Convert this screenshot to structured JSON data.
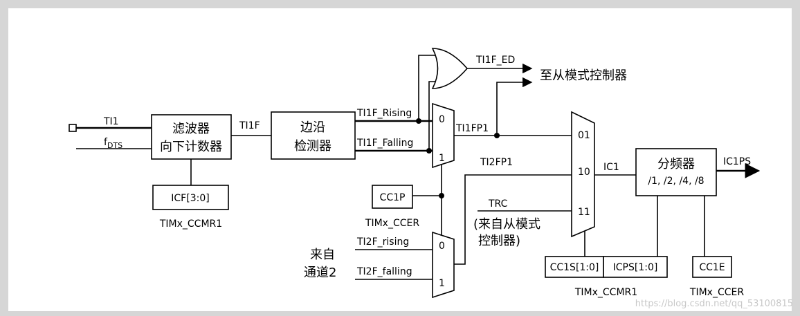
{
  "inputs": {
    "ti1": "TI1",
    "fdts_main": "f",
    "fdts_sub": "DTS"
  },
  "blocks": {
    "filter_line1": "滤波器",
    "filter_line2": "向下计数器",
    "edge_line1": "边沿",
    "edge_line2": "检测器",
    "prescaler_line1": "分频器",
    "prescaler_line2": "/1, /2, /4, /8"
  },
  "signals": {
    "ti1f": "TI1F",
    "ti1f_rising": "TI1F_Rising",
    "ti1f_falling": "TI1F_Falling",
    "ti1f_ed": "TI1F_ED",
    "slave_ctrl": "至从模式控制器",
    "ti1fp1": "TI1FP1",
    "ti2fp1": "TI2FP1",
    "trc": "TRC",
    "trc_note_1": "(来自从模式",
    "trc_note_2": "控制器)",
    "ic1": "IC1",
    "ic1ps": "IC1PS",
    "from_ch2_1": "来自",
    "from_ch2_2": "通道2",
    "ti2f_rising": "TI2F_rising",
    "ti2f_falling": "TI2F_falling"
  },
  "mux": {
    "sel_0": "0",
    "sel_1": "1",
    "sel2_0": "0",
    "sel2_1": "1",
    "in_01": "01",
    "in_10": "10",
    "in_11": "11"
  },
  "registers": {
    "icf": "ICF[3:0]",
    "icf_reg": "TIMx_CCMR1",
    "cc1p": "CC1P",
    "cc1p_reg": "TIMx_CCER",
    "cc1s": "CC1S[1:0]",
    "icps": "ICPS[1:0]",
    "ccmr1_reg": "TIMx_CCMR1",
    "cc1e": "CC1E",
    "ccer_reg": "TIMx_CCER"
  },
  "watermark": "https://blog.csdn.net/qq_53100815"
}
